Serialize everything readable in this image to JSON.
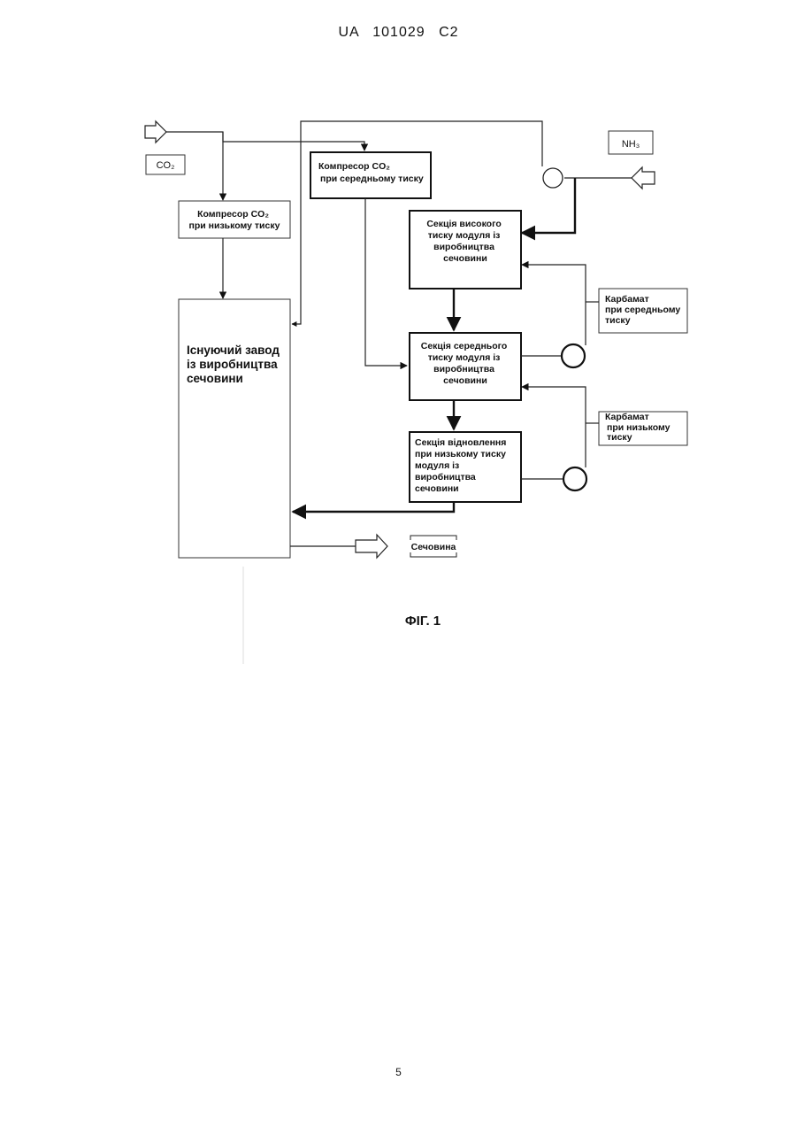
{
  "header": {
    "text": "UA 101029 C2"
  },
  "page_number": "5",
  "figure": {
    "caption": "ФІГ. 1",
    "inputs": {
      "co2": "CO₂",
      "nh3": "NH₃"
    },
    "boxes": {
      "compressor_low": [
        "Компресор CO₂",
        "при низькому тиску"
      ],
      "compressor_medium": [
        "Компресор CO₂",
        "при середньому тиску"
      ],
      "existing_plant": [
        "Існуючий завод",
        "із виробництва",
        "сечовини"
      ],
      "high_pressure_section": [
        "Секція високого",
        "тиску модуля із",
        "виробництва",
        "сечовини"
      ],
      "medium_pressure_section": [
        "Секція середнього",
        "тиску модуля із",
        "виробництва",
        "сечовини"
      ],
      "low_pressure_recovery": [
        "Секція відновлення",
        "при низькому тиску",
        "модуля із",
        "виробництва",
        "сечовини"
      ],
      "carbamate_medium": [
        "Карбамат",
        "при середньому",
        "тиску"
      ],
      "carbamate_low": [
        "Карбамат",
        "при низькому",
        "тиску"
      ]
    },
    "output": {
      "urea": "Сечовина"
    }
  }
}
